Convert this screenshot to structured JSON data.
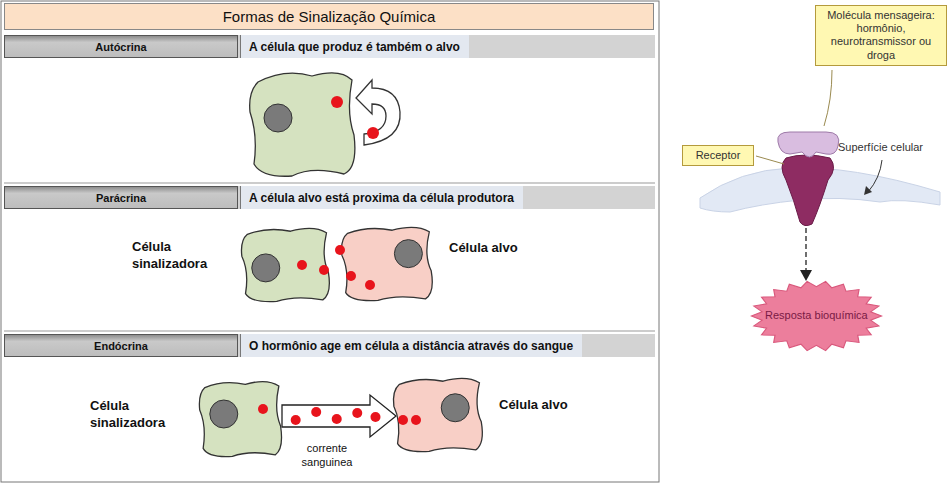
{
  "diagram": {
    "title": "Formas de Sinalização Química",
    "nodes": [
      {
        "text": [
          "Autócrina"
        ]
      },
      {
        "text": [
          "A célula que produz é também o alvo"
        ]
      },
      {
        "text": [
          "Parácrina"
        ]
      },
      {
        "text": [
          "A célula alvo está proxima da célula produtora"
        ]
      },
      {
        "text": [
          "Célula sinalizadora"
        ]
      },
      {
        "text": [
          "Célula alvo"
        ]
      },
      {
        "text": [
          "Endócrina"
        ]
      },
      {
        "text": [
          "O hormônio age em célula a distância através do sangue"
        ]
      },
      {
        "text": [
          "Célula sinalizadora"
        ]
      },
      {
        "text": [
          "Célula alvo"
        ]
      },
      {
        "text": [
          "Molécula mensageira: hormônio, neurotransmissor ou droga"
        ]
      },
      {
        "text": [
          "Receptor"
        ]
      },
      {
        "text": [
          "Resposta bioquímica"
        ]
      }
    ],
    "edges": [
      {
        "from": 8,
        "to": 9,
        "arrow": "to",
        "label": "corrente sanguinea"
      }
    ],
    "labels": [
      "Superfície celular"
    ]
  }
}
